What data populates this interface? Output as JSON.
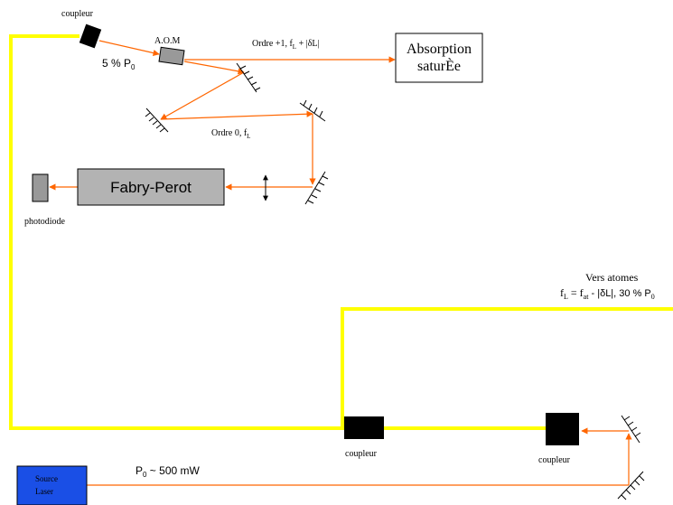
{
  "labels": {
    "coupleur_top": "coupleur",
    "power_5pct": "5 % P",
    "power_5pct_sub": "0",
    "aom": "A.O.M",
    "order1_main": "Ordre +1, f",
    "order1_sub": "L",
    "order1_tail": " + |δL|",
    "absorption_l1": "Absorption",
    "absorption_l2": "saturÈe",
    "order0_main": "Ordre 0, f",
    "order0_sub": "L",
    "fabry_perot": "Fabry-Perot",
    "photodiode": "photodiode",
    "vers_atomes": "Vers atomes",
    "freq_f": "f",
    "freq_f_sub": "L",
    "freq_eq": " = f",
    "freq_at_sub": "at",
    "freq_tail": " - |δL|, 30 % P",
    "freq_p_sub": "0",
    "coupleur_mid": "coupleur",
    "coupleur_right": "coupleur",
    "source_l1": "Source",
    "source_l2": "Laser",
    "p0_main": "P",
    "p0_sub": "0",
    "p0_tail": " ~ 500 mW"
  },
  "colors": {
    "fiber": "#ffff00",
    "beam": "#ff6600",
    "coupler": "#000000",
    "aom_fill": "#999999",
    "fabry_fill": "#b3b3b3",
    "source_fill": "#1a4fe6"
  }
}
